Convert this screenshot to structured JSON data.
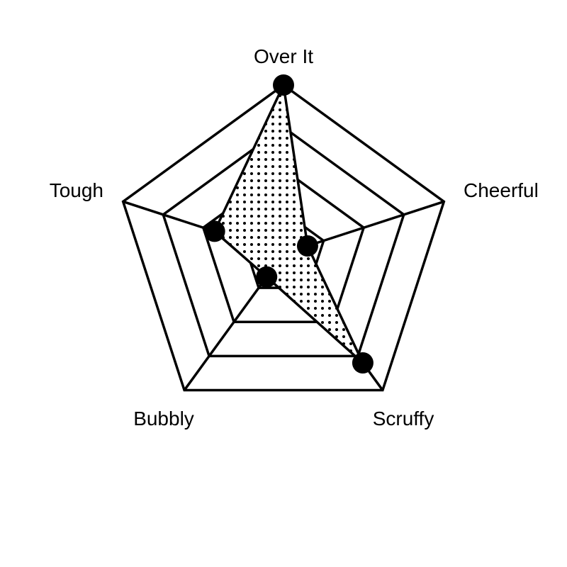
{
  "chart_data": {
    "type": "radar",
    "axes": [
      "Over It",
      "Cheerful",
      "Scruffy",
      "Bubbly",
      "Tough"
    ],
    "values": [
      1.0,
      0.15,
      0.8,
      0.17,
      0.43
    ],
    "range": [
      0,
      1
    ],
    "grid_levels": 4,
    "fill_pattern": "dotted",
    "marker": "filled-circle",
    "line_color": "#000000",
    "background": "#ffffff"
  }
}
